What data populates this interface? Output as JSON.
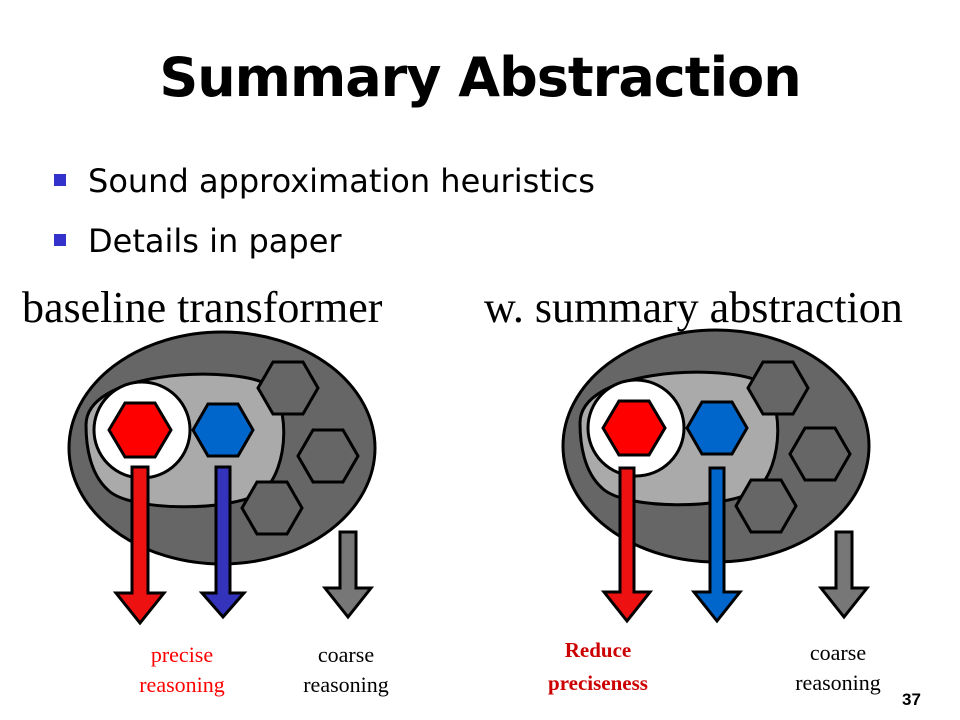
{
  "slide": {
    "title": "Summary Abstraction",
    "page_number": "37"
  },
  "bullets": [
    "Sound approximation heuristics",
    "Details in paper"
  ],
  "left_panel": {
    "heading": "baseline transformer",
    "caption_red": "precise\nreasoning",
    "caption_gray": "coarse\nreasoning"
  },
  "right_panel": {
    "heading": "w. summary abstraction",
    "caption_red": "Reduce\npreciseness",
    "caption_gray": "coarse\nreasoning"
  },
  "colors": {
    "bullet": "#3333cc",
    "red_hexagon": "#ff0000",
    "blue_hexagon": "#0066cc",
    "outer_blob": "#666666",
    "inner_blob": "#aaaaaa",
    "red_arrow": "#ee1111",
    "blue_arrow_left": "#3333bb",
    "blue_arrow_right": "#0066cc",
    "gray_arrow": "#777777",
    "caption_red": "#ff0000",
    "caption_red_bold": "#cc0000"
  }
}
